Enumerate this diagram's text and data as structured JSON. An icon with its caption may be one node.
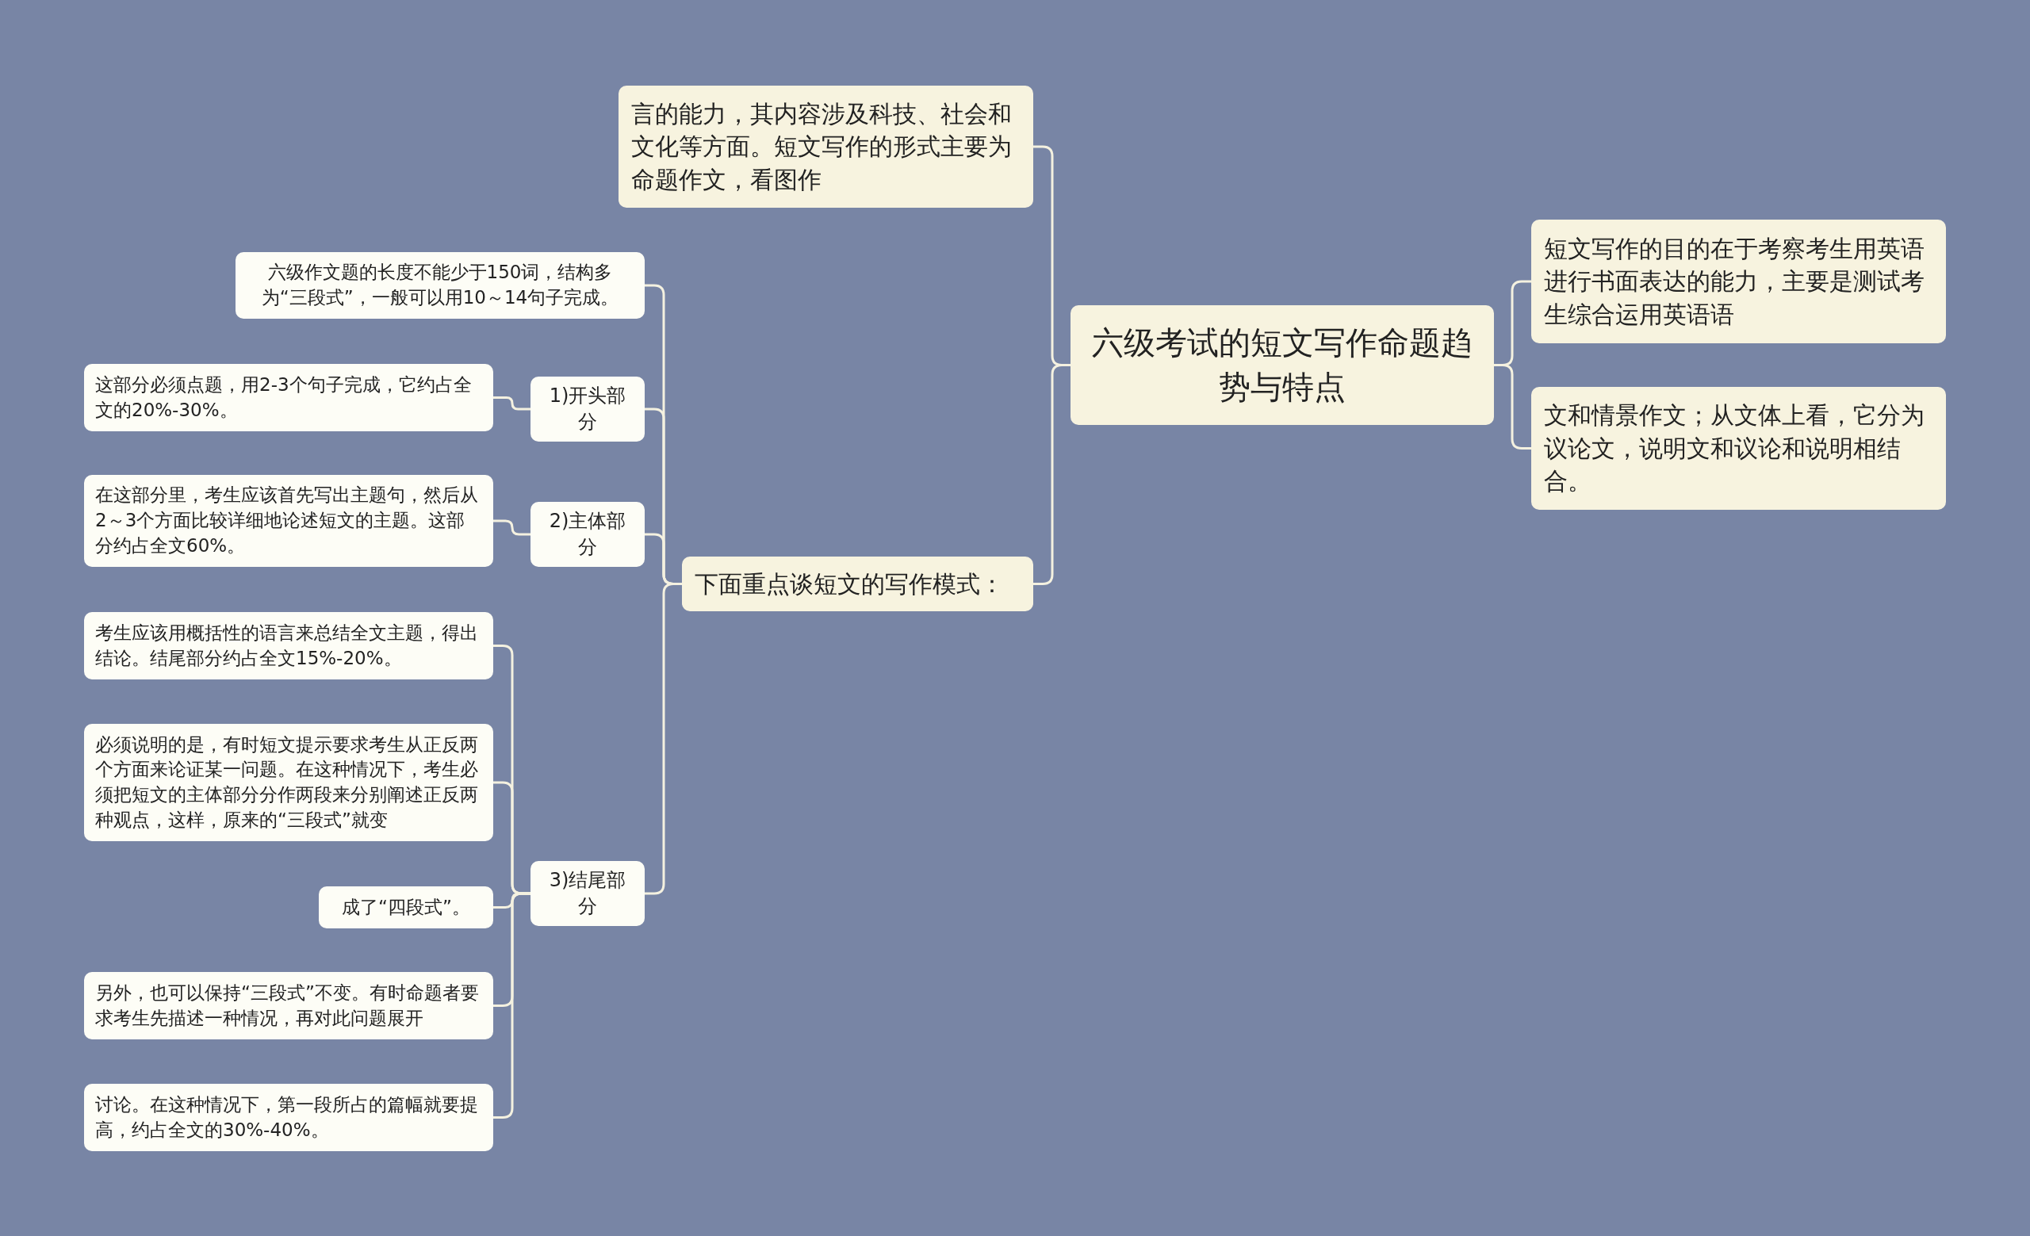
{
  "diagram": {
    "nodes": [
      {
        "text": [
          "六级考试的短文写作命题趋势与特点"
        ]
      },
      {
        "text": [
          "短文写作的目的在于考察考生用英语进行书面表达的能力，主要是测试考生综合运用英语语"
        ]
      },
      {
        "text": [
          "文和情景作文；从文体上看，它分为议论文，说明文和议论和说明相结合。"
        ]
      },
      {
        "text": [
          "言的能力，其内容涉及科技、社会和文化等方面。短文写作的形式主要为命题作文，看图作"
        ]
      },
      {
        "text": [
          "下面重点谈短文的写作模式："
        ]
      },
      {
        "text": [
          "六级作文题的长度不能少于150词，结构多为“三段式”，一般可以用10～14句子完成。"
        ]
      },
      {
        "text": [
          "1)开头部分"
        ]
      },
      {
        "text": [
          "这部分必须点题，用2-3个句子完成，它约占全文的20%-30%。"
        ]
      },
      {
        "text": [
          "2)主体部分"
        ]
      },
      {
        "text": [
          "在这部分里，考生应该首先写出主题句，然后从2～3个方面比较详细地论述短文的主题。这部分约占全文60%。"
        ]
      },
      {
        "text": [
          "3)结尾部分"
        ]
      },
      {
        "text": [
          "考生应该用概括性的语言来总结全文主题，得出结论。结尾部分约占全文15%-20%。"
        ]
      },
      {
        "text": [
          "必须说明的是，有时短文提示要求考生从正反两个方面来论证某一问题。在这种情况下，考生必须把短文的主体部分分作两段来分别阐述正反两种观点，这样，原来的“三段式”就变"
        ]
      },
      {
        "text": [
          "成了“四段式”。"
        ]
      },
      {
        "text": [
          "另外，也可以保持“三段式”不变。有时命题者要求考生先描述一种情况，再对此问题展开"
        ]
      },
      {
        "text": [
          "讨论。在这种情况下，第一段所占的篇幅就要提高，约占全文的30%-40%。"
        ]
      }
    ],
    "edges": [
      {
        "from": 0,
        "to": 1,
        "arrow": "none"
      },
      {
        "from": 0,
        "to": 2,
        "arrow": "none"
      },
      {
        "from": 0,
        "to": 3,
        "arrow": "none"
      },
      {
        "from": 0,
        "to": 4,
        "arrow": "none"
      },
      {
        "from": 4,
        "to": 5,
        "arrow": "none"
      },
      {
        "from": 4,
        "to": 6,
        "arrow": "none"
      },
      {
        "from": 4,
        "to": 8,
        "arrow": "none"
      },
      {
        "from": 4,
        "to": 10,
        "arrow": "none"
      },
      {
        "from": 6,
        "to": 7,
        "arrow": "none"
      },
      {
        "from": 8,
        "to": 9,
        "arrow": "none"
      },
      {
        "from": 10,
        "to": 11,
        "arrow": "none"
      },
      {
        "from": 10,
        "to": 12,
        "arrow": "none"
      },
      {
        "from": 10,
        "to": 13,
        "arrow": "none"
      },
      {
        "from": 10,
        "to": 14,
        "arrow": "none"
      },
      {
        "from": 10,
        "to": 15,
        "arrow": "none"
      }
    ]
  }
}
